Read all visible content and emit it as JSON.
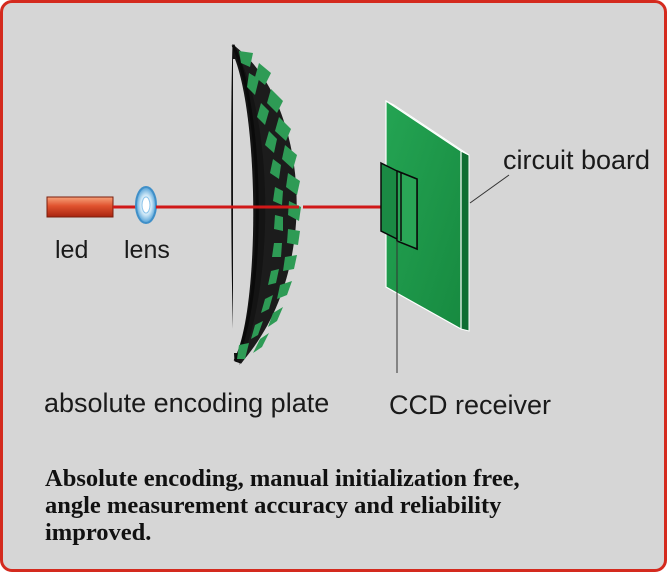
{
  "labels": {
    "led": "led",
    "lens": "lens",
    "circuit_board": "circuit board",
    "encoding_plate": "absolute encoding plate",
    "ccd_receiver": "CCD receiver"
  },
  "caption": {
    "line1": "Absolute encoding, manual initialization free,",
    "line2": "angle measurement accuracy and reliability",
    "line3": "improved."
  },
  "colors": {
    "background": "#d6d6d6",
    "border": "#d42a1e",
    "board_green": "#1e9a4c",
    "plate_dark": "#141414",
    "slot_green": "#2e9b55",
    "beam_red": "#d01818",
    "lens_blue": "#5aa8dc"
  }
}
